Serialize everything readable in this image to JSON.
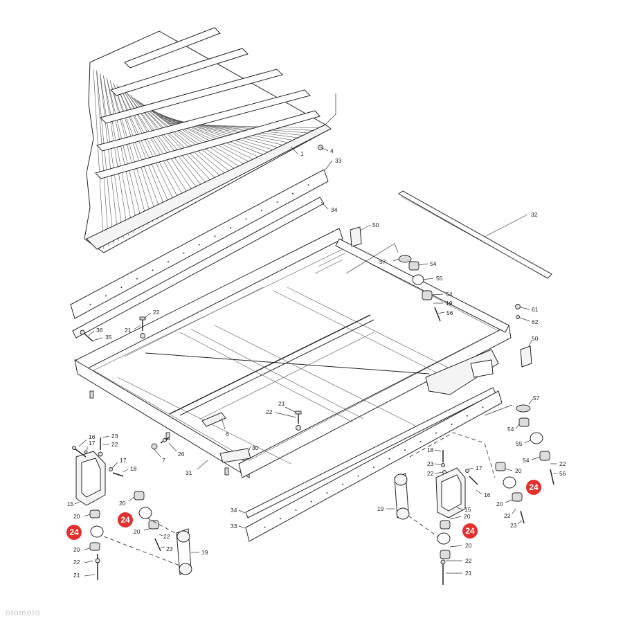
{
  "labels": {
    "l1": "1",
    "l4": "4",
    "l33a": "33",
    "l34a": "34",
    "l50a": "50",
    "l50b": "50",
    "l32": "32",
    "l57a": "57",
    "l54a": "54",
    "l55a": "55",
    "l54b": "54",
    "l19a": "19",
    "l56a": "56",
    "l61": "61",
    "l62": "62",
    "l21a": "21",
    "l22a": "22",
    "l36": "36",
    "l35": "35",
    "l21b": "21",
    "l22b": "22",
    "l6": "6",
    "l7": "7",
    "l26": "26",
    "l30": "30",
    "l31": "31",
    "l57b": "57",
    "l54c": "54",
    "l55b": "55",
    "l54d": "54",
    "l22c": "22",
    "l56b": "56",
    "l16a": "16",
    "l17a": "17",
    "l23a": "23",
    "l22d": "22",
    "l17b": "17",
    "l18a": "18",
    "l15a": "15",
    "l20a": "20",
    "l20b": "20",
    "l20c": "20",
    "l20d": "20",
    "l22e": "22",
    "l23b": "23",
    "l22f": "22",
    "l21c": "21",
    "l19b": "19",
    "l34b": "34",
    "l33b": "33",
    "l18b": "18",
    "l23c": "23",
    "l22g": "22",
    "l17c": "17",
    "l16b": "16",
    "l19c": "19",
    "l15b": "15",
    "l20e": "20",
    "l20f": "20",
    "l22h": "22",
    "l21d": "21",
    "l20g": "20",
    "l20h": "20",
    "l22i": "22",
    "l23d": "23"
  },
  "badges": {
    "b1": "24",
    "b2": "24",
    "b3": "24",
    "b4": "24"
  },
  "watermark": "otomoto",
  "colors": {
    "badge": "#e0302f",
    "line": "#222222"
  }
}
